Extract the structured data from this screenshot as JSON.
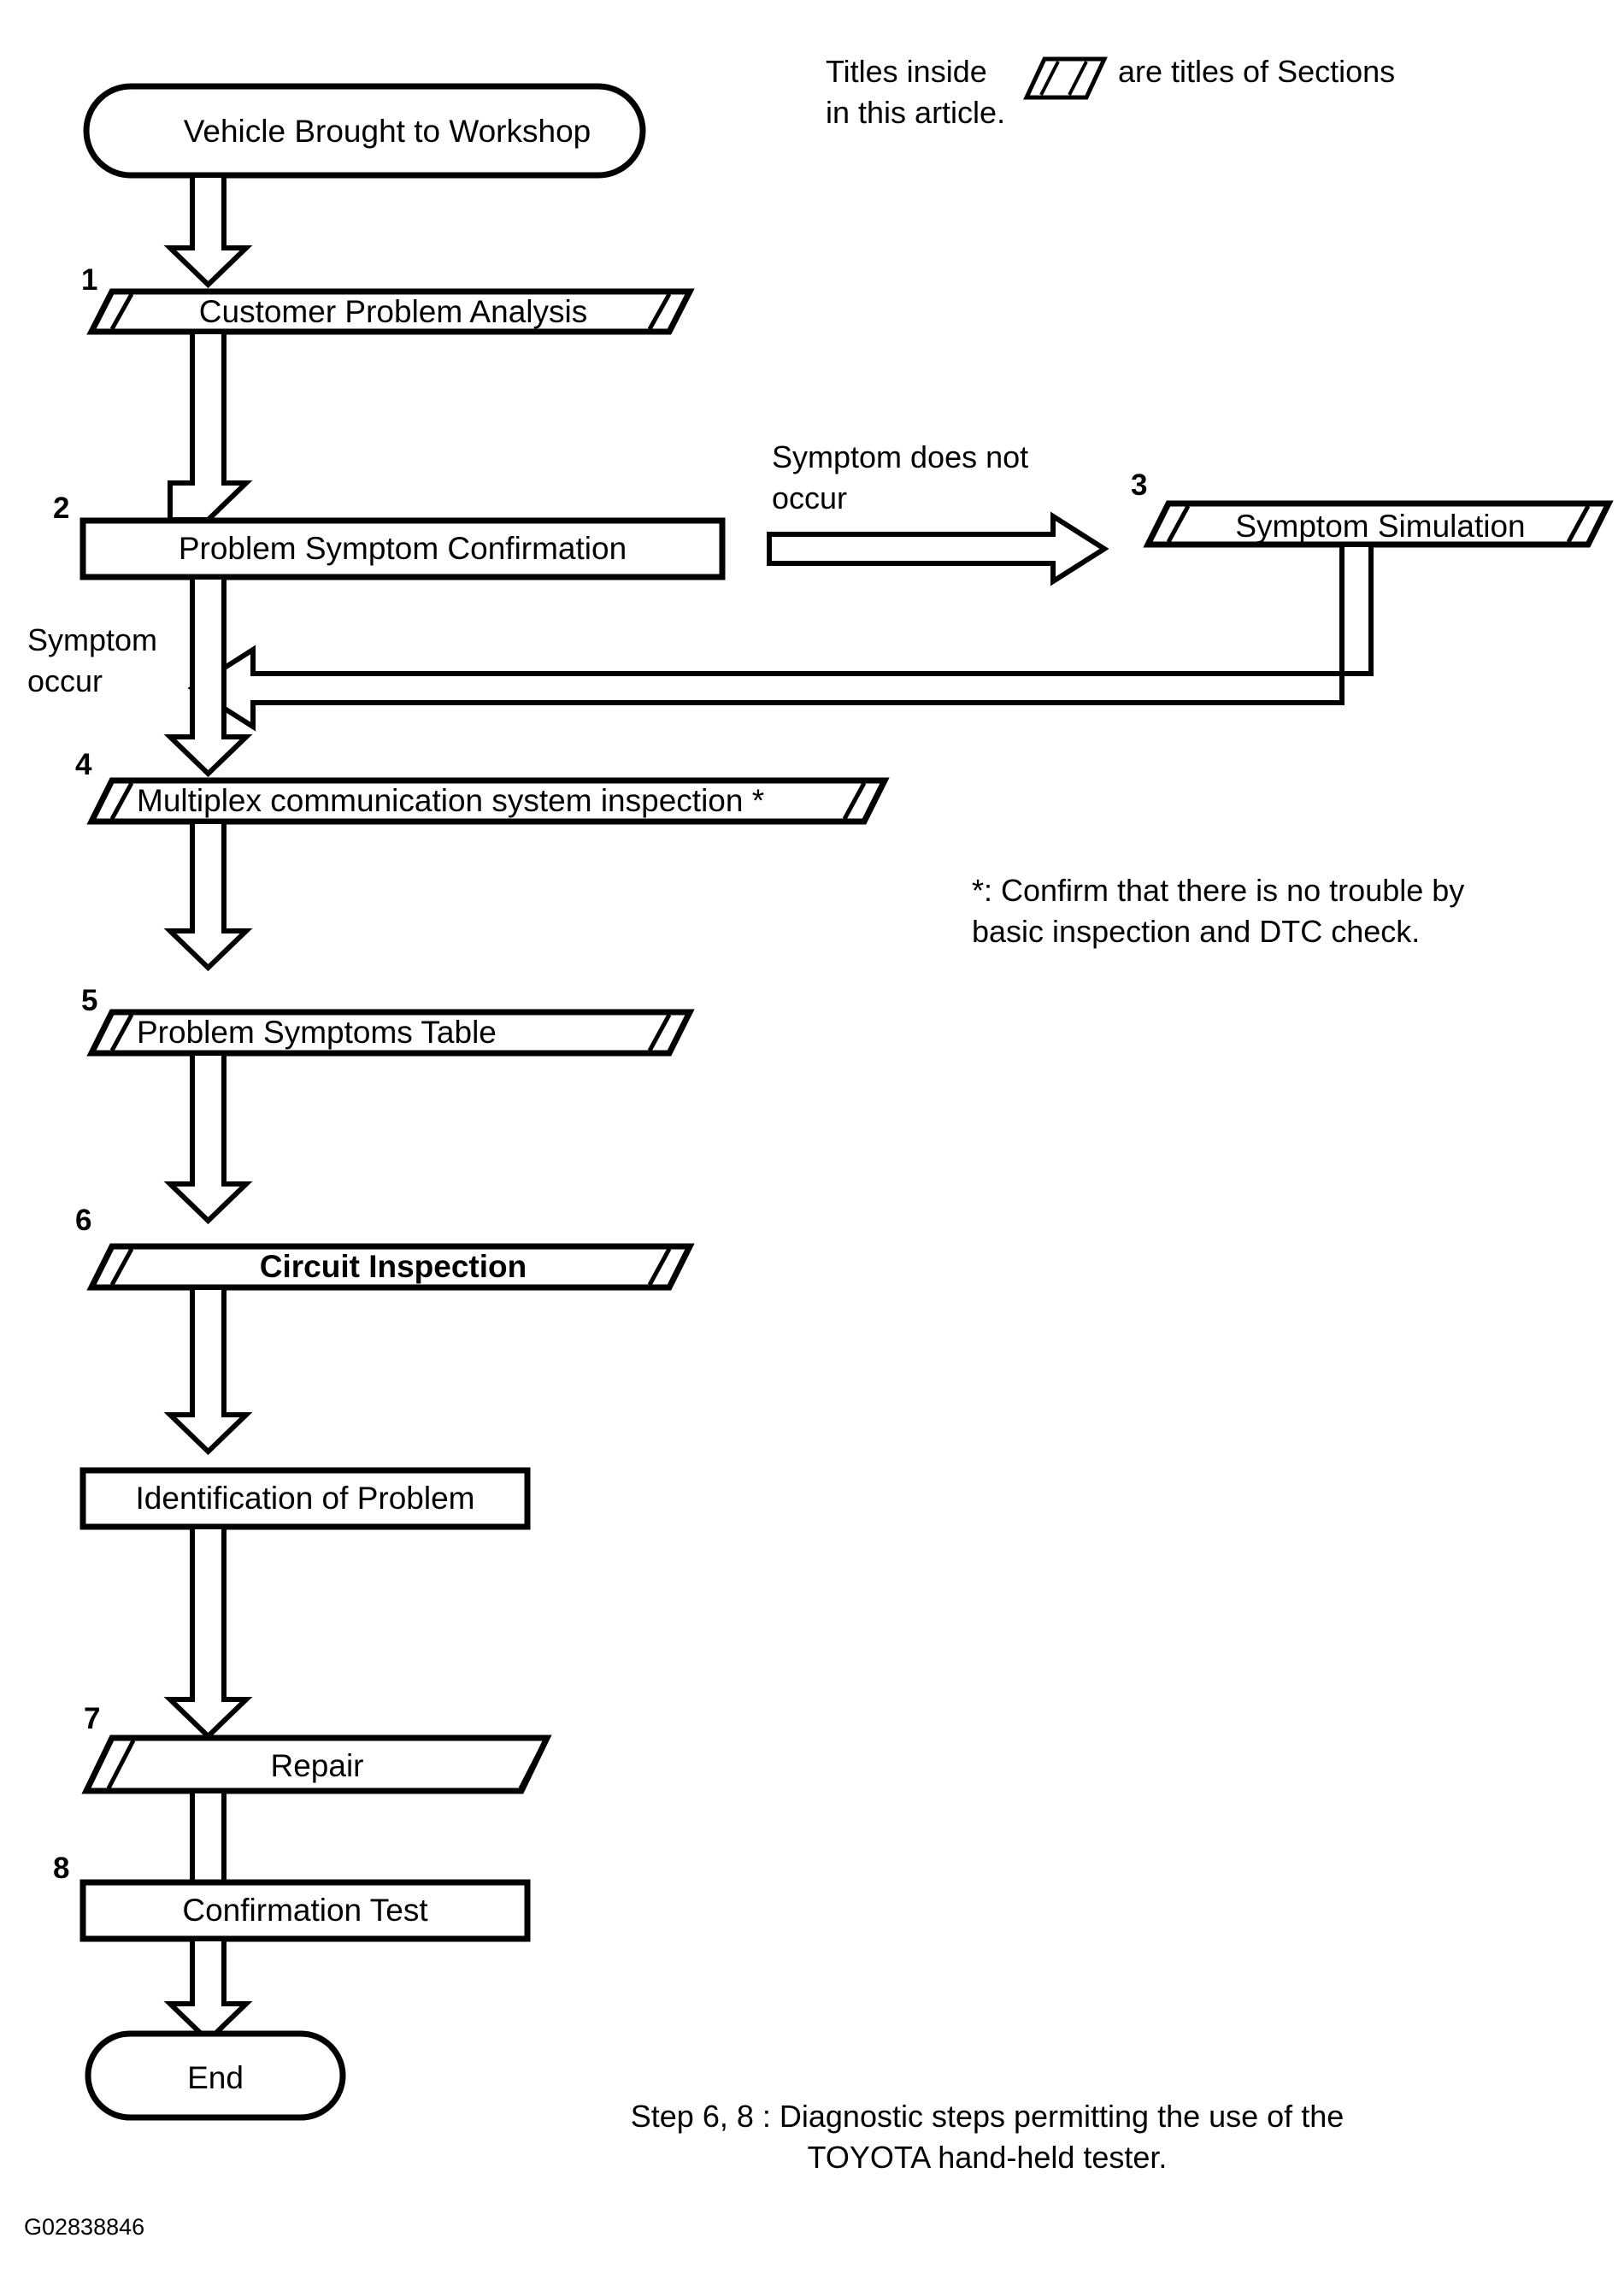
{
  "legend": {
    "line1_before": "Titles inside",
    "icon": "parallelogram-section-icon",
    "line1_after": "are titles of Sections",
    "line2": "in this article."
  },
  "flow": {
    "start_node": {
      "label": "Vehicle Brought to Workshop",
      "shape": "rounded-terminator"
    },
    "end_node": {
      "label": "End",
      "shape": "rounded-terminator"
    },
    "steps": [
      {
        "number": "1",
        "label": "Customer Problem Analysis",
        "shape": "section-parallelogram",
        "bold": false
      },
      {
        "number": "2",
        "label": "Problem Symptom Confirmation",
        "shape": "rectangle",
        "bold": false
      },
      {
        "number": "3",
        "label": "Symptom Simulation",
        "shape": "section-parallelogram",
        "bold": false
      },
      {
        "number": "4",
        "label": "Multiplex communication system inspection *",
        "shape": "section-parallelogram",
        "bold": false
      },
      {
        "number": "5",
        "label": "Problem Symptoms Table",
        "shape": "section-parallelogram",
        "bold": false
      },
      {
        "number": "6",
        "label": "Circuit Inspection",
        "shape": "section-parallelogram",
        "bold": true
      },
      {
        "number": "",
        "label": "Identification of Problem",
        "shape": "rectangle",
        "bold": false
      },
      {
        "number": "7",
        "label": "Repair",
        "shape": "plain-parallelogram",
        "bold": false
      },
      {
        "number": "8",
        "label": "Confirmation Test",
        "shape": "rectangle",
        "bold": false
      }
    ],
    "branch_labels": {
      "symptom_does_not_occur_line1": "Symptom does not",
      "symptom_does_not_occur_line2": "occur",
      "symptom_occur_line1": "Symptom",
      "symptom_occur_line2": "occur"
    }
  },
  "notes": {
    "asterisk_line1": "*: Confirm that there is no trouble by",
    "asterisk_line2": "basic inspection and DTC check.",
    "caption_line1": "Step 6, 8 : Diagnostic steps permitting the use of the",
    "caption_line2": "TOYOTA hand-held tester."
  },
  "figure_id": "G02838846",
  "colors": {
    "ink": "#000000",
    "paper": "#ffffff"
  }
}
